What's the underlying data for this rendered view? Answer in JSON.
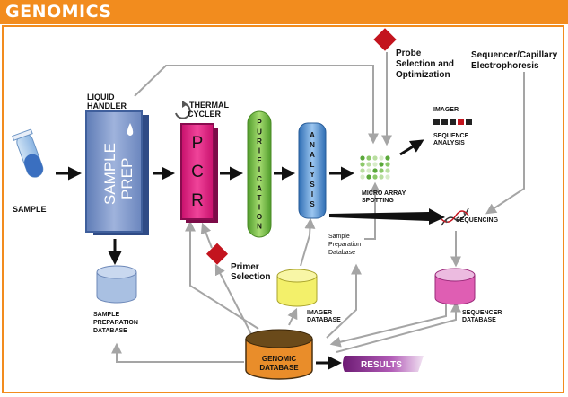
{
  "header": {
    "title": "GENOMICS"
  },
  "colors": {
    "header": "#f28c1e",
    "sample_prep": "#7f99c9",
    "pcr": "#e0147a",
    "purification": "#7fc24a",
    "analysis": "#4d8ed0",
    "marker": "#c3141e",
    "results": "#8a2a8c",
    "genomic_db": "#e98d2a",
    "imager_db": "#f3f06a",
    "sequencer_db": "#df5eb3",
    "sample_db": "#a9c0e2"
  },
  "nodes": {
    "sample": "SAMPLE",
    "liquid_handler": [
      "LIQUID",
      "HANDLER"
    ],
    "sample_prep": [
      "SAMPLE",
      "PREP"
    ],
    "thermal_cycler": [
      "THERMAL",
      "CYCLER"
    ],
    "pcr": [
      "P",
      "C",
      "R"
    ],
    "purification": [
      "P",
      "U",
      "R",
      "I",
      "F",
      "I",
      "C",
      "A",
      "T",
      "I",
      "O",
      "N"
    ],
    "analysis": [
      "A",
      "N",
      "A",
      "L",
      "Y",
      "S",
      "I",
      "S"
    ],
    "probe": [
      "Probe",
      "Selection and",
      "Optimization"
    ],
    "sequencer": [
      "Sequencer/Capillary",
      "Electrophoresis"
    ],
    "imager": "IMAGER",
    "sequence_analysis": [
      "SEQUENCE",
      "ANALYSIS"
    ],
    "micro_array": [
      "MICRO ARRAY",
      "SPOTTING"
    ],
    "sequencing": "SEQUENCING",
    "sample_prep_db_note": [
      "Sample",
      "Preparation",
      "Database"
    ],
    "primer": [
      "Primer",
      "Selection"
    ],
    "sample_db": [
      "SAMPLE",
      "PREPARATION",
      "DATABASE"
    ],
    "imager_db": [
      "IMAGER",
      "DATABASE"
    ],
    "sequencer_db": [
      "SEQUENCER",
      "DATABASE"
    ],
    "genomic_db": [
      "GENOMIC",
      "DATABASE"
    ],
    "results": "RESULTS"
  }
}
